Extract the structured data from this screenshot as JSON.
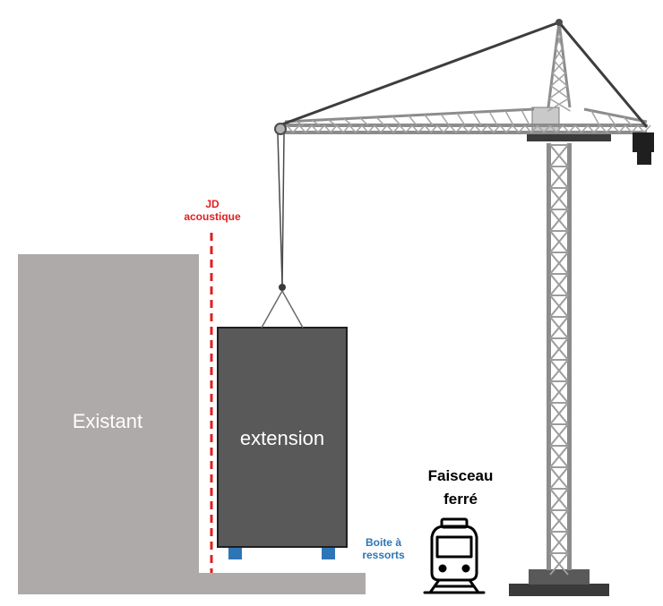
{
  "labels": {
    "existant": "Existant",
    "extension": "extension",
    "jd_line1": "JD",
    "jd_line2": "acoustique",
    "boite_line1": "Boite à",
    "boite_line2": "ressorts",
    "faisceau_line1": "Faisceau",
    "faisceau_line2": "ferré"
  },
  "colors": {
    "existing_building": "#adaaa9",
    "extension_block": "#595959",
    "acoustic_joint": "#e02020",
    "spring_box": "#2e75b6",
    "crane": "#8c8c8c",
    "text_dark": "#000000"
  },
  "icons": {
    "train": "train-icon",
    "crane": "tower-crane"
  }
}
